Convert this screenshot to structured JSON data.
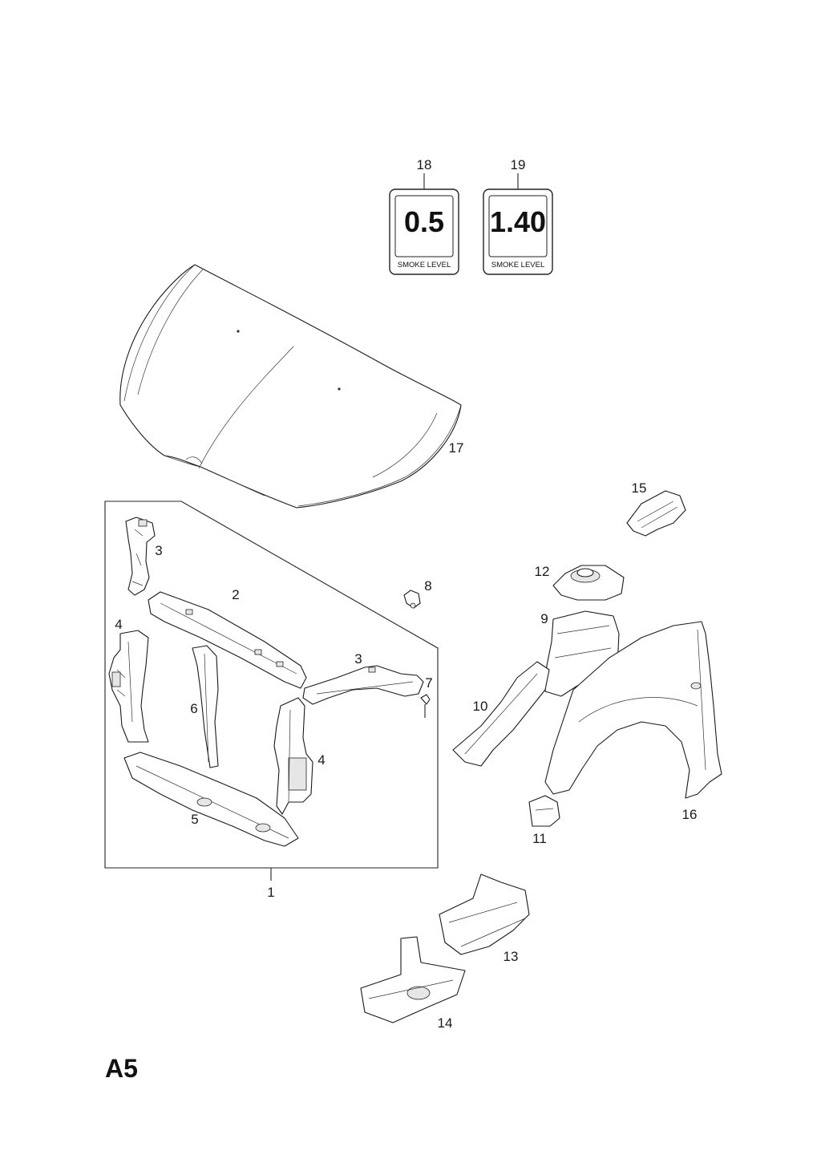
{
  "page_code": "A5",
  "labels": {
    "smoke_a": {
      "number": "18",
      "value": "0.5",
      "caption": "SMOKE  LEVEL"
    },
    "smoke_b": {
      "number": "19",
      "value": "1.40",
      "caption": "SMOKE  LEVEL"
    }
  },
  "callouts": {
    "c1": "1",
    "c2": "2",
    "c3a": "3",
    "c3b": "3",
    "c4a": "4",
    "c4b": "4",
    "c5": "5",
    "c6": "6",
    "c7": "7",
    "c8": "8",
    "c9": "9",
    "c10": "10",
    "c11": "11",
    "c12": "12",
    "c13": "13",
    "c14": "14",
    "c15": "15",
    "c16": "16",
    "c17": "17"
  }
}
